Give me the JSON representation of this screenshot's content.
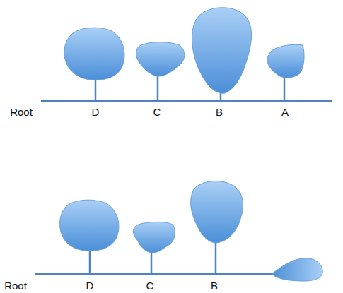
{
  "diagram": {
    "labels": [
      "Root",
      "D",
      "C",
      "B",
      "A",
      "Root",
      "D",
      "C",
      "B"
    ]
  }
}
